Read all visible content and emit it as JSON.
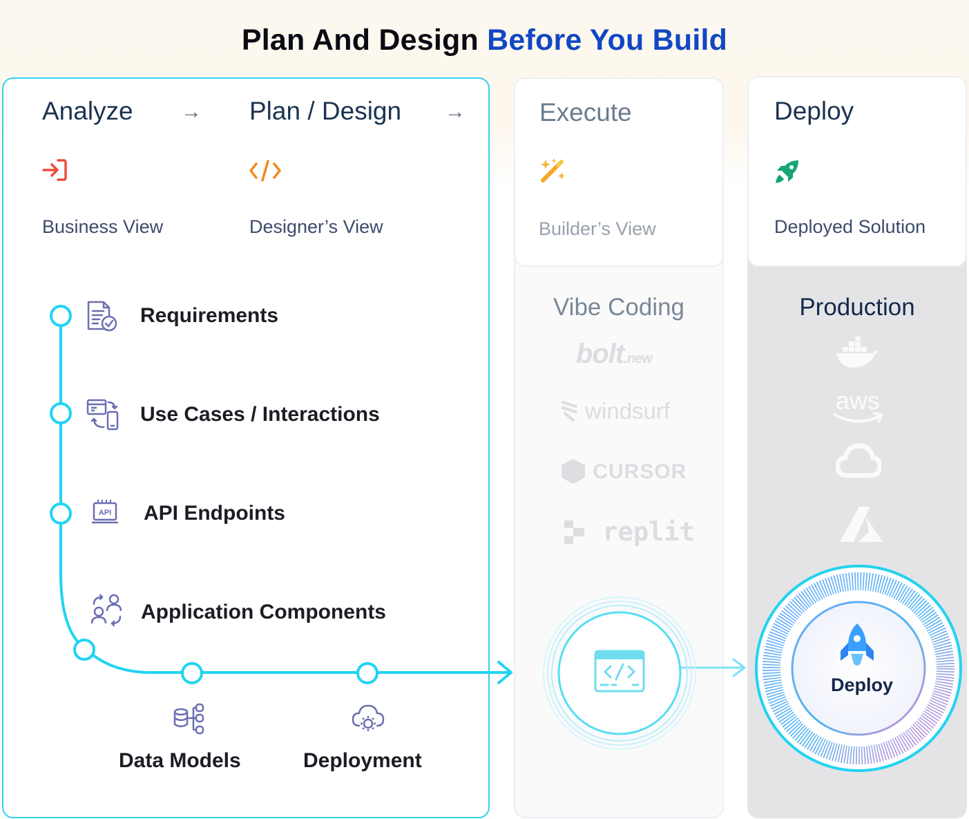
{
  "title": {
    "main": "Plan And Design",
    "accent": "Before You Build"
  },
  "stages": {
    "analyze": {
      "label": "Analyze",
      "view": "Business View",
      "icon": "sign-in-icon"
    },
    "plan": {
      "label": "Plan / Design",
      "view": "Designer’s View",
      "icon": "code-icon"
    },
    "execute": {
      "label": "Execute",
      "view": "Builder’s View",
      "icon": "magic-wand-icon"
    },
    "deploy": {
      "label": "Deploy",
      "view": "Deployed Solution",
      "icon": "rocket-icon"
    }
  },
  "steps": [
    {
      "label": "Requirements",
      "icon": "requirements-doc-icon"
    },
    {
      "label": "Use Cases / Interactions",
      "icon": "interactions-icon"
    },
    {
      "label": "API Endpoints",
      "icon": "api-icon"
    },
    {
      "label": "Application Components",
      "icon": "components-icon"
    },
    {
      "label": "Data Models",
      "icon": "database-icon"
    },
    {
      "label": "Deployment",
      "icon": "cloud-gear-icon"
    }
  ],
  "vibe": {
    "heading": "Vibe Coding",
    "tools": [
      {
        "name": "bolt",
        "suffix": ".new"
      },
      {
        "name": "windsurf"
      },
      {
        "name": "CURSOR"
      },
      {
        "name": "replit"
      }
    ]
  },
  "production": {
    "heading": "Production",
    "platforms": [
      "docker-icon",
      "aws-icon",
      "google-cloud-icon",
      "azure-icon"
    ],
    "aws_text": "aws",
    "deploy_button": "Deploy"
  },
  "colors": {
    "accent_cyan": "#33d2ee",
    "title_accent": "#1147c4",
    "analyze_icon": "#ef4b3f",
    "plan_icon": "#f38a1d",
    "rocket_green": "#17a673",
    "step_icon": "#6a6fb0"
  }
}
